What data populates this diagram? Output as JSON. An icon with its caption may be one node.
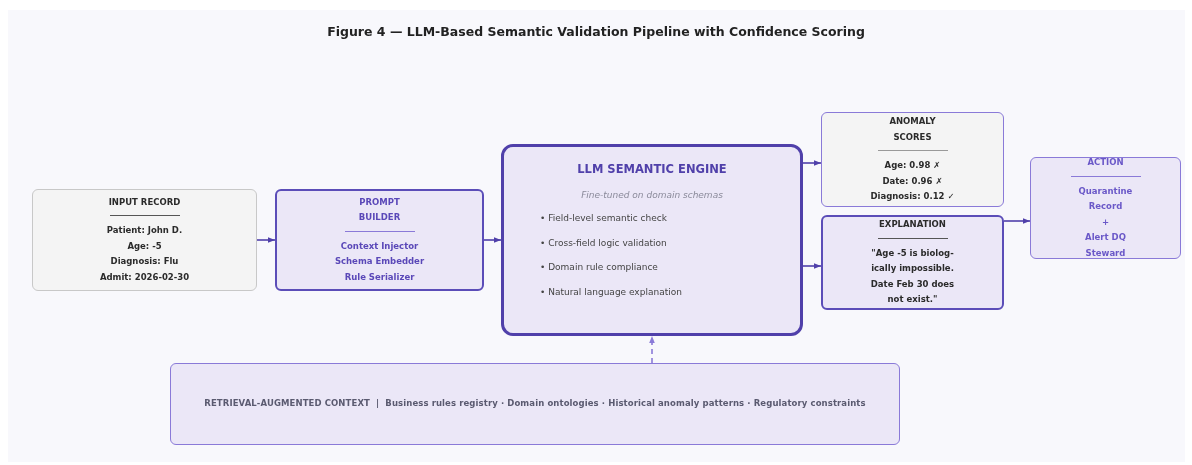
{
  "diagram": {
    "title": "Figure 4 — LLM-Based Semantic Validation Pipeline with Confidence Scoring",
    "nodes": [
      {
        "text": [
          "INPUT RECORD",
          "Patient: John D.",
          "Age: -5",
          "Diagnosis: Flu",
          "Admit: 2026-02-30"
        ]
      },
      {
        "text": [
          "PROMPT BUILDER",
          "Context Injector",
          "Schema Embedder",
          "Rule Serializer"
        ]
      },
      {
        "text": [
          "LLM SEMANTIC ENGINE",
          "Fine-tuned on domain schemas",
          "• Field-level semantic check",
          "• Cross-field logic validation",
          "• Domain rule compliance",
          "• Natural language explanation"
        ]
      },
      {
        "text": [
          "ANOMALY SCORES",
          "Age: 0.98 ✗",
          "Date: 0.96 ✗",
          "Diagnosis: 0.12 ✓"
        ]
      },
      {
        "text": [
          "EXPLANATION",
          "\"Age -5 is biolog- ically impossible. Date Feb 30 does not exist.\""
        ]
      },
      {
        "text": [
          "ACTION",
          "Quarantine Record",
          "+",
          "Alert DQ Steward"
        ]
      },
      {
        "text": [
          "RETRIEVAL-AUGMENTED CONTEXT  |  Business rules registry · Domain ontologies · Historical anomaly patterns · Regulatory constraints"
        ]
      }
    ],
    "edges": [
      {
        "from": 0,
        "to": 1,
        "arrow": "to"
      },
      {
        "from": 1,
        "to": 2,
        "arrow": "to"
      },
      {
        "from": 2,
        "to": 3,
        "arrow": "to"
      },
      {
        "from": 2,
        "to": 4,
        "arrow": "to"
      },
      {
        "from": 4,
        "to": 5,
        "arrow": "to"
      },
      {
        "from": 6,
        "to": 2,
        "arrow": "to",
        "style": "dashed",
        "color": "#8a7ad8"
      }
    ]
  }
}
